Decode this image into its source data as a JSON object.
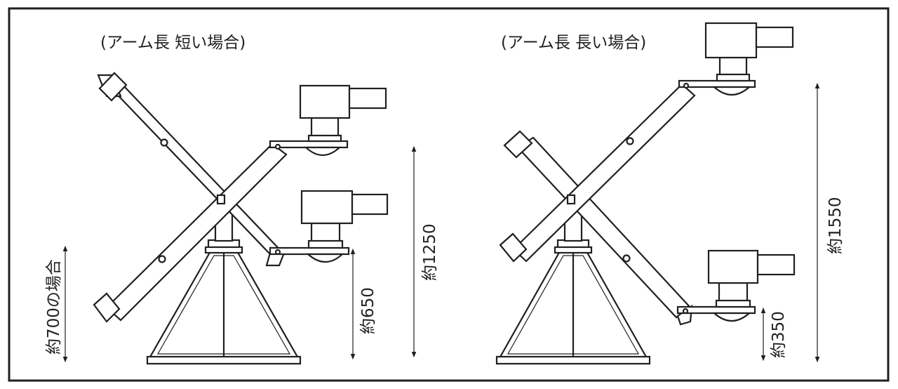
{
  "captions": {
    "left": "(アーム長 短い場合)",
    "right": "(アーム長 長い場合)"
  },
  "dimensions": {
    "left_base": "約700の場合",
    "left_lower": "約650",
    "left_upper": "約1250",
    "right_lower": "約350",
    "right_upper": "約1550"
  }
}
